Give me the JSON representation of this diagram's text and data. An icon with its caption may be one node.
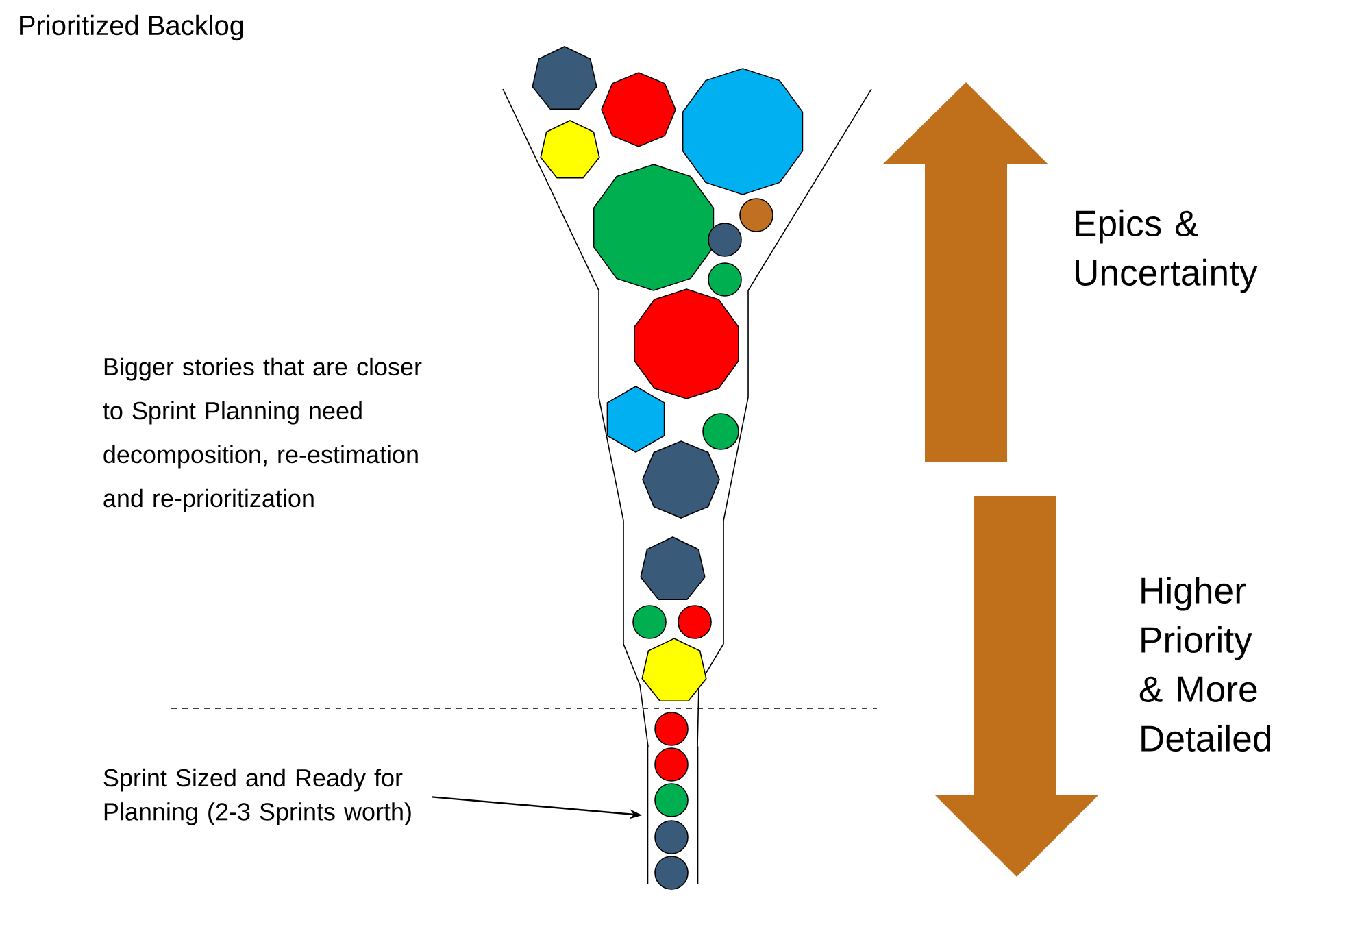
{
  "diagram": {
    "nodes": [
      {
        "text": [
          "Sprint Sized and Ready for Planning (2-3 Sprints worth)"
        ]
      },
      {
        "text": [],
        "shape": "box"
      }
    ],
    "edges": [
      {
        "from": 0,
        "to": 1,
        "arrow": "to"
      }
    ],
    "labels": [
      "Prioritized Backlog",
      "Epics & Uncertainty",
      "Higher Priority & More Detailed",
      "Bigger stories that are closer to Sprint Planning need decomposition, re-estimation and re-prioritization"
    ]
  }
}
